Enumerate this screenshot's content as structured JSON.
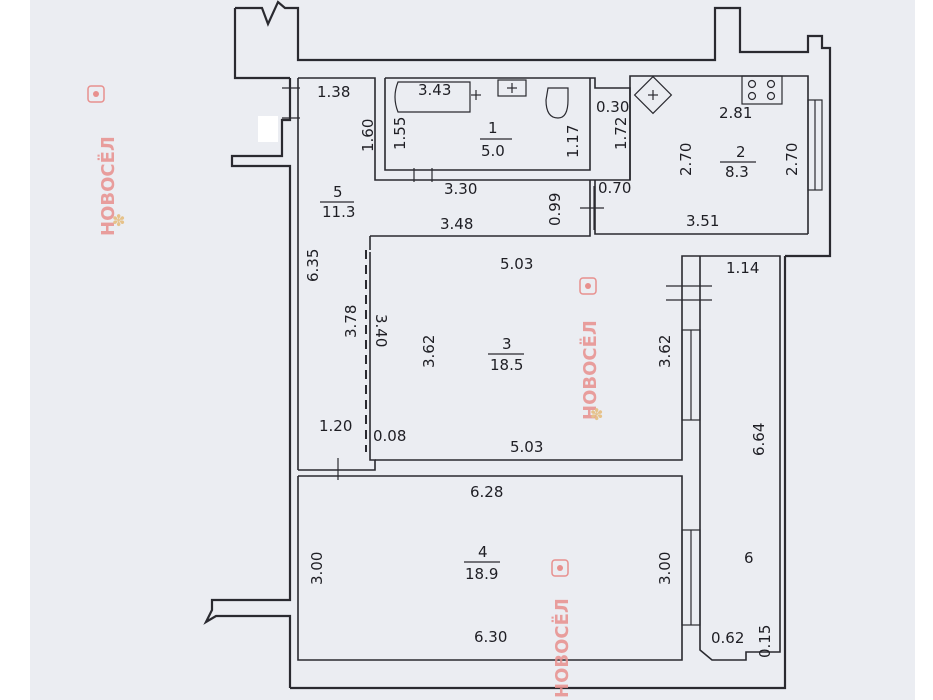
{
  "rooms": [
    {
      "number": "1",
      "area": "5.0"
    },
    {
      "number": "2",
      "area": "8.3"
    },
    {
      "number": "3",
      "area": "18.5"
    },
    {
      "number": "4",
      "area": "18.9"
    },
    {
      "number": "5",
      "area": "11.3"
    },
    {
      "number": "6",
      "area": ""
    }
  ],
  "dimensions": {
    "d138": "1.38",
    "d343": "3.43",
    "d030": "0.30",
    "d155": "1.55",
    "d160": "1.60",
    "d117": "1.17",
    "d172": "1.72",
    "d281": "2.81",
    "d270a": "2.70",
    "d270b": "2.70",
    "d330": "3.30",
    "d070": "0.70",
    "d099": "0.99",
    "d348": "3.48",
    "d351": "3.51",
    "d635": "6.35",
    "d503a": "5.03",
    "d114": "1.14",
    "d378": "3.78",
    "d340": "3.40",
    "d362a": "3.62",
    "d362b": "3.62",
    "d664": "6.64",
    "d120": "1.20",
    "d008": "0.08",
    "d503b": "5.03",
    "d628": "6.28",
    "d300a": "3.00",
    "d300b": "3.00",
    "d630": "6.30",
    "d062": "0.62",
    "d015": "0.15"
  },
  "watermark": {
    "brand": "НОВОСЁЛ"
  }
}
